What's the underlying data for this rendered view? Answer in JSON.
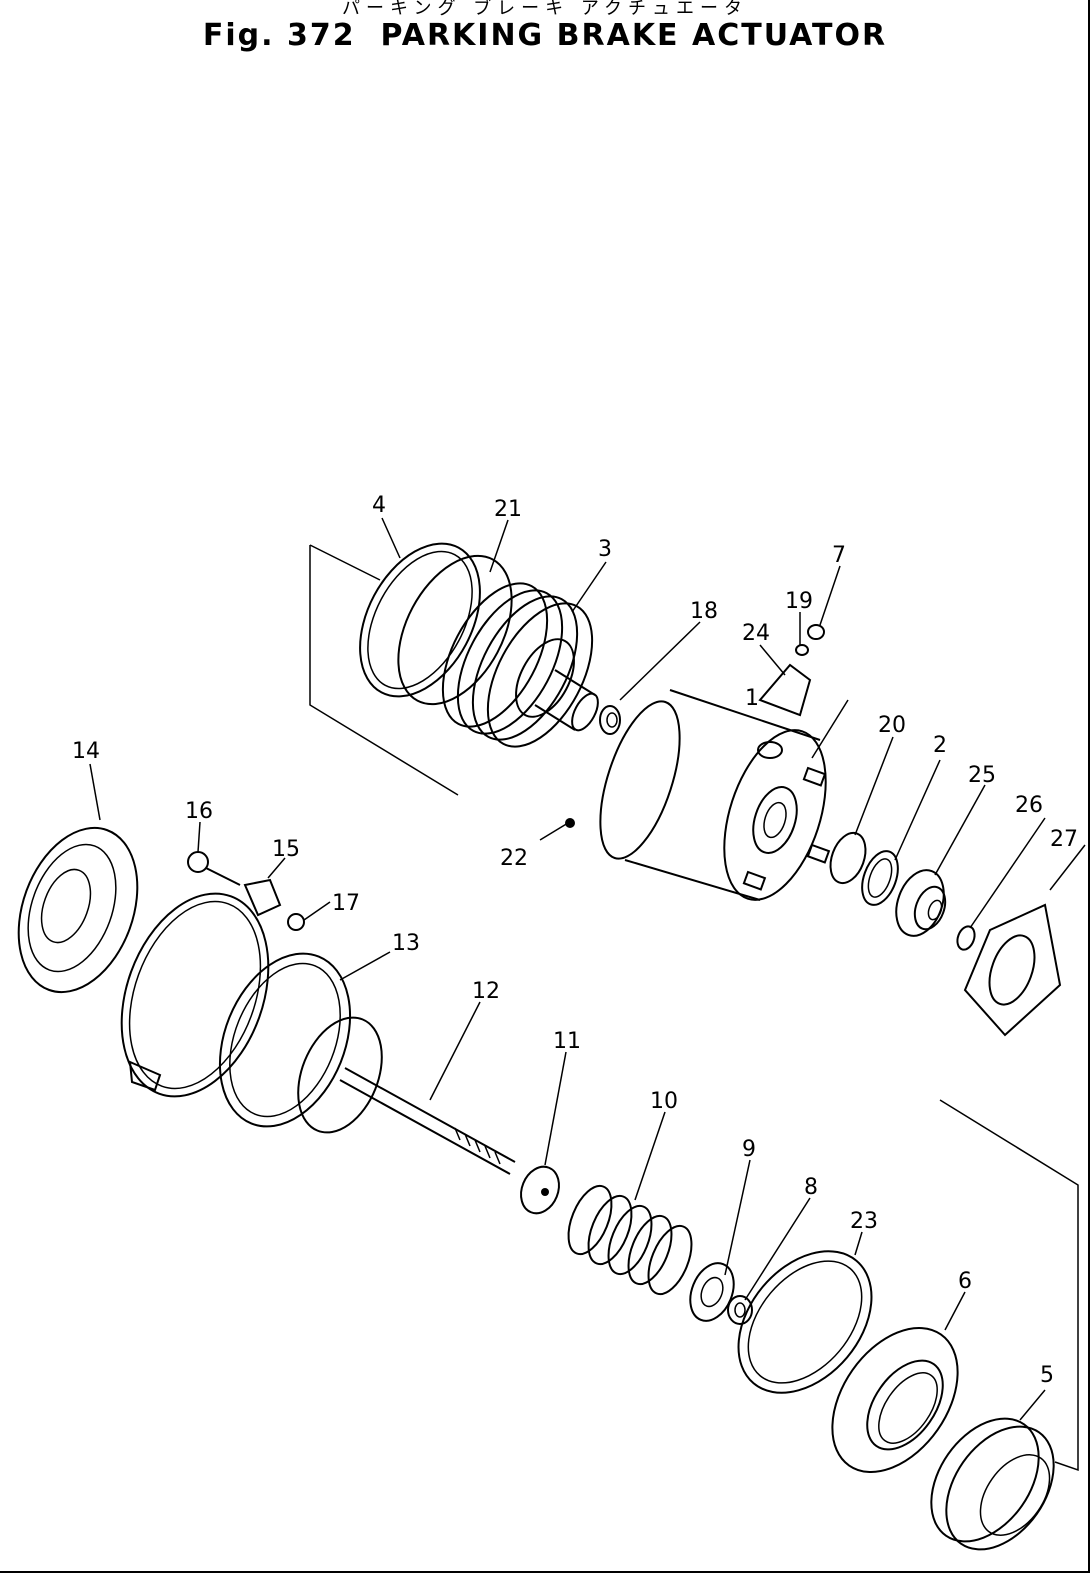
{
  "title_jp": "パーキング ブレーキ アクチュエータ",
  "title": "Fig. 372  PARKING BRAKE ACTUATOR",
  "callouts": [
    {
      "id": "1",
      "text": "1"
    },
    {
      "id": "2",
      "text": "2"
    },
    {
      "id": "3",
      "text": "3"
    },
    {
      "id": "4",
      "text": "4"
    },
    {
      "id": "5",
      "text": "5"
    },
    {
      "id": "6",
      "text": "6"
    },
    {
      "id": "7",
      "text": "7"
    },
    {
      "id": "8",
      "text": "8"
    },
    {
      "id": "9",
      "text": "9"
    },
    {
      "id": "10",
      "text": "10"
    },
    {
      "id": "11",
      "text": "11"
    },
    {
      "id": "12",
      "text": "12"
    },
    {
      "id": "13",
      "text": "13"
    },
    {
      "id": "14",
      "text": "14"
    },
    {
      "id": "15",
      "text": "15"
    },
    {
      "id": "16",
      "text": "16"
    },
    {
      "id": "17",
      "text": "17"
    },
    {
      "id": "18",
      "text": "18"
    },
    {
      "id": "19",
      "text": "19"
    },
    {
      "id": "20",
      "text": "20"
    },
    {
      "id": "21",
      "text": "21"
    },
    {
      "id": "22",
      "text": "22"
    },
    {
      "id": "23",
      "text": "23"
    },
    {
      "id": "24",
      "text": "24"
    },
    {
      "id": "25",
      "text": "25"
    },
    {
      "id": "26",
      "text": "26"
    },
    {
      "id": "27",
      "text": "27"
    }
  ]
}
